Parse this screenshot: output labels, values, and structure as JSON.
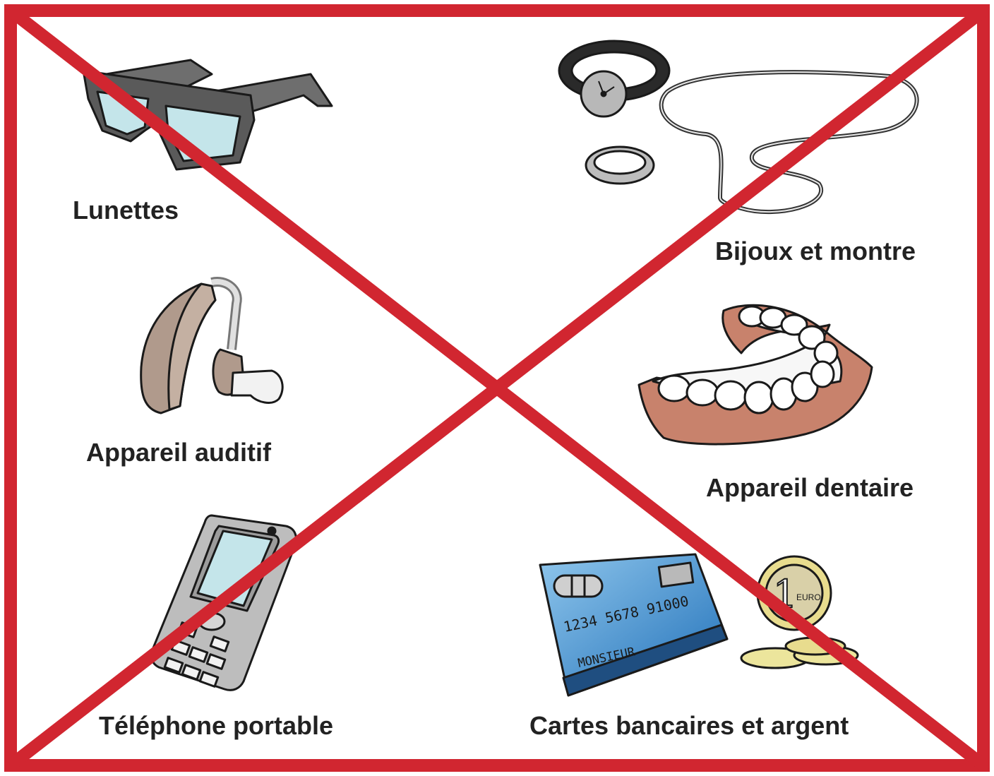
{
  "items": [
    {
      "id": "glasses",
      "label": "Lunettes"
    },
    {
      "id": "jewelry",
      "label": "Bijoux et montre"
    },
    {
      "id": "hearing-aid",
      "label": "Appareil auditif"
    },
    {
      "id": "dentures",
      "label": "Appareil dentaire"
    },
    {
      "id": "phone",
      "label": "Téléphone portable"
    },
    {
      "id": "cards-money",
      "label": "Cartes bancaires et argent"
    }
  ],
  "card": {
    "number": "1234 5678 91000",
    "holder": "MONSIEUR"
  },
  "coin": {
    "value": "1",
    "currency": "EURO"
  },
  "colors": {
    "prohibition_red": "#d12630",
    "lens": "#c4e5ea",
    "skin": "#c89078",
    "gum": "#c8826c",
    "card_blue": "#3f8fce",
    "coin_gold": "#e8dc8e"
  },
  "icons": [
    "glasses-icon",
    "watch-icon",
    "ring-icon",
    "necklace-icon",
    "hearing-aid-icon",
    "dentures-icon",
    "mobile-phone-icon",
    "bank-card-icon",
    "euro-coin-icon",
    "prohibition-cross-icon"
  ]
}
